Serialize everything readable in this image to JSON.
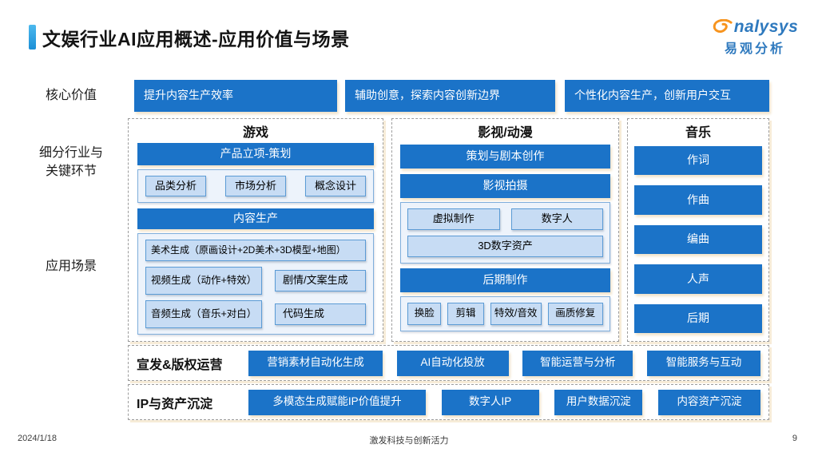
{
  "title": "文娱行业AI应用概述-应用价值与场景",
  "logo": {
    "brand_text": "nalysys",
    "cn_name": "易观分析"
  },
  "side_labels": {
    "core_value": "核心价值",
    "segments": "细分行业与\n关键环节",
    "scenarios": "应用场景"
  },
  "core_values": [
    "提升内容生产效率",
    "辅助创意，探索内容创新边界",
    "个性化内容生产，创新用户交互"
  ],
  "columns": {
    "game": {
      "header": "游戏",
      "stage1": "产品立项-策划",
      "stage1_items": [
        "品类分析",
        "市场分析",
        "概念设计"
      ],
      "stage2": "内容生产",
      "art": "美术生成（原画设计+2D美术+3D模型+地图）",
      "video": "视频生成（动作+特效）",
      "story": "剧情/文案生成",
      "audio": "音频生成（音乐+对白）",
      "code": "代码生成"
    },
    "film": {
      "header": "影视/动漫",
      "stage1": "策划与剧本创作",
      "stage2": "影视拍摄",
      "shoot_items": [
        "虚拟制作",
        "数字人",
        "3D数字资产"
      ],
      "stage3": "后期制作",
      "post_items": [
        "换脸",
        "剪辑",
        "特效/音效",
        "画质修复"
      ]
    },
    "music": {
      "header": "音乐",
      "items": [
        "作词",
        "作曲",
        "编曲",
        "人声",
        "后期"
      ]
    }
  },
  "bottom_rows": [
    {
      "label": "宣发&版权运营",
      "items": [
        "营销素材自动化生成",
        "AI自动化投放",
        "智能运营与分析",
        "智能服务与互动"
      ]
    },
    {
      "label": "IP与资产沉淀",
      "items": [
        "多模态生成赋能IP价值提升",
        "数字人IP",
        "用户数据沉淀",
        "内容资产沉淀"
      ]
    }
  ],
  "footer": {
    "date": "2024/1/18",
    "center": "激发科技与创新活力",
    "page": "9"
  },
  "colors": {
    "primary_blue": "#1B73C8",
    "light_blue_fill": "#C7DCF4",
    "light_blue_border": "#5B9BD5",
    "panel_fill": "#EDF3FB",
    "dashed_border": "#9C9C9C",
    "shadow_cream": "#F7ECD8",
    "accent_orange": "#F7941E",
    "logo_blue": "#2E79BE",
    "title_accent": "#2FA8E1"
  }
}
